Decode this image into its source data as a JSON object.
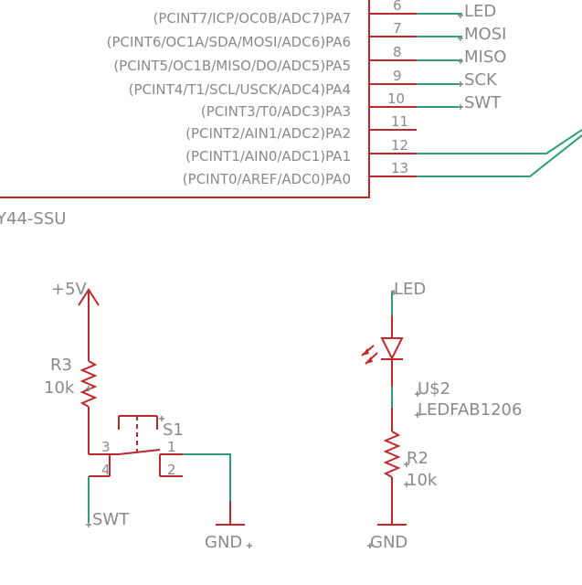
{
  "pins": [
    {
      "name": "(PCINT7/ICP/OC0B/ADC7)PA7",
      "num": "6",
      "net": "LED"
    },
    {
      "name": "(PCINT6/OC1A/SDA/MOSI/ADC6)PA6",
      "num": "7",
      "net": "MOSI"
    },
    {
      "name": "(PCINT5/OC1B/MISO/DO/ADC5)PA5",
      "num": "8",
      "net": "MISO"
    },
    {
      "name": "(PCINT4/T1/SCL/USCK/ADC4)PA4",
      "num": "9",
      "net": "SCK"
    },
    {
      "name": "(PCINT3/T0/ADC3)PA3",
      "num": "10",
      "net": "SWT"
    },
    {
      "name": "(PCINT2/AIN1/ADC2)PA2",
      "num": "11",
      "net": ""
    },
    {
      "name": "(PCINT1/AIN0/ADC1)PA1",
      "num": "12",
      "net": ""
    },
    {
      "name": "(PCINT0/AREF/ADC0)PA0",
      "num": "13",
      "net": ""
    }
  ],
  "chip": {
    "name": "Y44-SSU"
  },
  "switch_circuit": {
    "supply": "+5V",
    "resistor_name": "R3",
    "resistor_value": "10k",
    "switch_name": "S1",
    "pin_3": "3",
    "pin_1": "1",
    "pin_4": "4",
    "pin_2": "2",
    "net": "SWT",
    "ground": "GND"
  },
  "led_circuit": {
    "net": "LED",
    "led_name": "U$2",
    "led_value": "LEDFAB1206",
    "resistor_name": "R2",
    "resistor_value": "10k",
    "ground": "GND"
  },
  "colors": {
    "wire": "#2e9e7a",
    "part": "#c0282c",
    "text": "#8a8a8a"
  }
}
